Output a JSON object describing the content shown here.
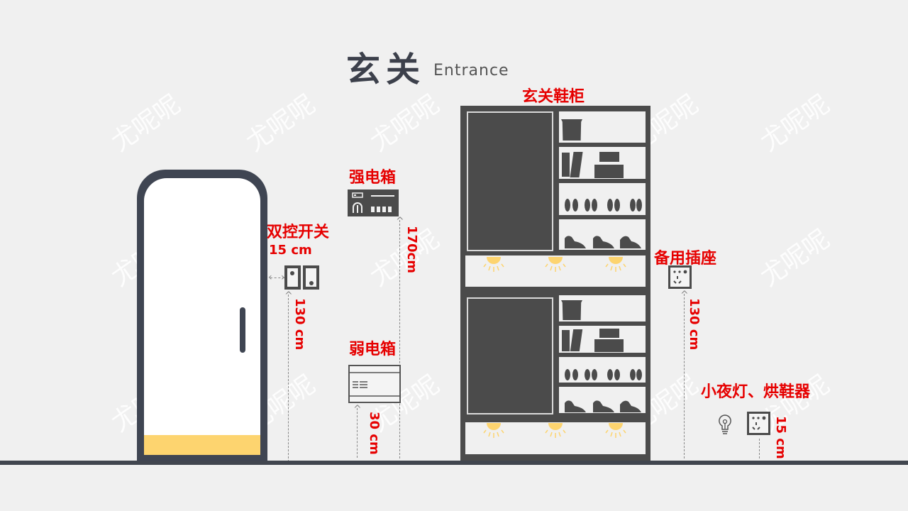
{
  "title": {
    "cn": "玄关",
    "en": "Entrance"
  },
  "watermark": "尤呢呢",
  "labels": {
    "double_switch": "双控开关",
    "switch_offset": "15 cm",
    "switch_height": "130 cm",
    "power_box": "强电箱",
    "power_box_height": "170cm",
    "weak_box": "弱电箱",
    "weak_box_height": "30 cm",
    "shoe_cabinet": "玄关鞋柜",
    "spare_socket": "备用插座",
    "spare_socket_height": "130 cm",
    "night_light": "小夜灯、烘鞋器",
    "night_light_height": "15 cm"
  },
  "colors": {
    "background": "#f0f0f0",
    "dark": "#3f4552",
    "cabinet": "#4b4b4b",
    "accent_yellow": "#fdd46f",
    "label_red": "#e60000"
  },
  "icons": {
    "door": "door-icon",
    "switch": "double-switch-icon",
    "power_box": "power-box-icon",
    "weak_box": "weak-box-icon",
    "socket": "socket-icon",
    "bulb": "light-bulb-icon",
    "lamp": "ceiling-lamp-icon"
  }
}
